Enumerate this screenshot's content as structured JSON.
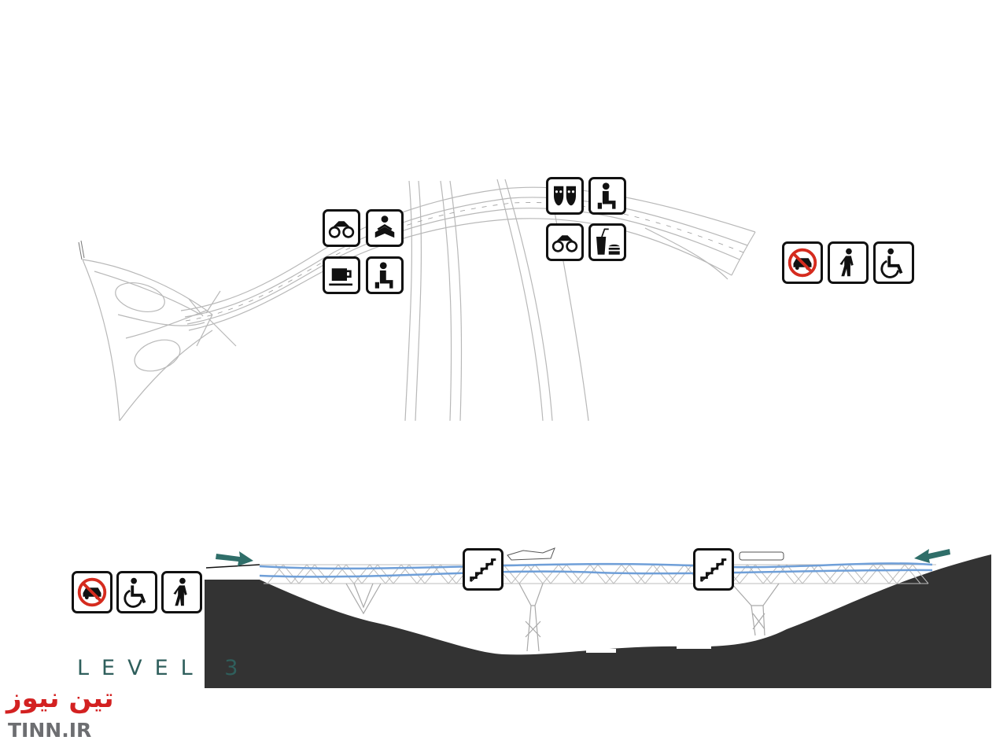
{
  "level_label": "LEVEL 3",
  "watermark": {
    "persian": "تین نیوز",
    "latin": "TINN.IR"
  },
  "colors": {
    "ground": "#333333",
    "deck_blue": "#6f9fd8",
    "arrow": "#2f6e69",
    "level_text": "#2f5f5c",
    "watermark_red": "#d32121",
    "watermark_gray": "#6d6e71",
    "no_car_red": "#d52b1e"
  },
  "plan_icons": {
    "cluster_left": [
      "binoculars-icon",
      "reading-icon",
      "coffee-cup-icon",
      "seated-person-icon"
    ],
    "cluster_right": [
      "theater-masks-icon",
      "seated-person-icon",
      "binoculars-icon",
      "fast-food-icon"
    ],
    "access": [
      "no-car-icon",
      "pedestrian-icon",
      "wheelchair-icon"
    ]
  },
  "section_icons": {
    "access": [
      "no-car-icon",
      "wheelchair-icon",
      "pedestrian-icon"
    ],
    "stairs": [
      "stairs-icon",
      "stairs-icon"
    ]
  }
}
